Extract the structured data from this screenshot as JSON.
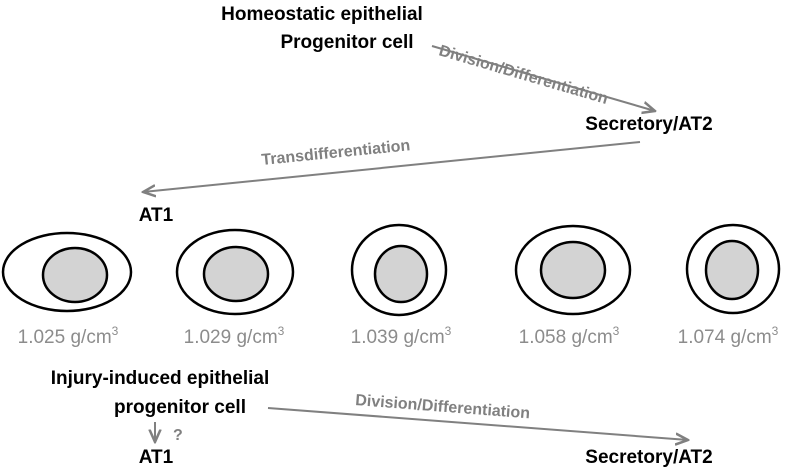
{
  "top": {
    "progenitor_line1": "Homeostatic epithelial",
    "progenitor_line2": "Progenitor cell",
    "division_label": "Division/Differentiation",
    "secretory_label": "Secretory/AT2",
    "transdiff_label": "Transdifferentiation",
    "at1_label": "AT1"
  },
  "cells": [
    {
      "density": "1.025",
      "unit": "g/cm",
      "exponent": "3"
    },
    {
      "density": "1.029",
      "unit": "g/cm",
      "exponent": "3"
    },
    {
      "density": "1.039",
      "unit": "g/cm",
      "exponent": "3"
    },
    {
      "density": "1.058",
      "unit": "g/cm",
      "exponent": "3"
    },
    {
      "density": "1.074",
      "unit": "g/cm",
      "exponent": "3"
    }
  ],
  "bottom": {
    "progenitor_line1": "Injury-induced epithelial",
    "progenitor_line2": "progenitor cell",
    "division_label": "Division/Differentiation",
    "question_mark": "?",
    "at1_label": "AT1",
    "secretory_label": "Secretory/AT2"
  },
  "colors": {
    "arrow": "#808080",
    "nucleus_fill": "#d3d3d3",
    "density_text": "#8c8c8c",
    "outline": "#000000"
  }
}
